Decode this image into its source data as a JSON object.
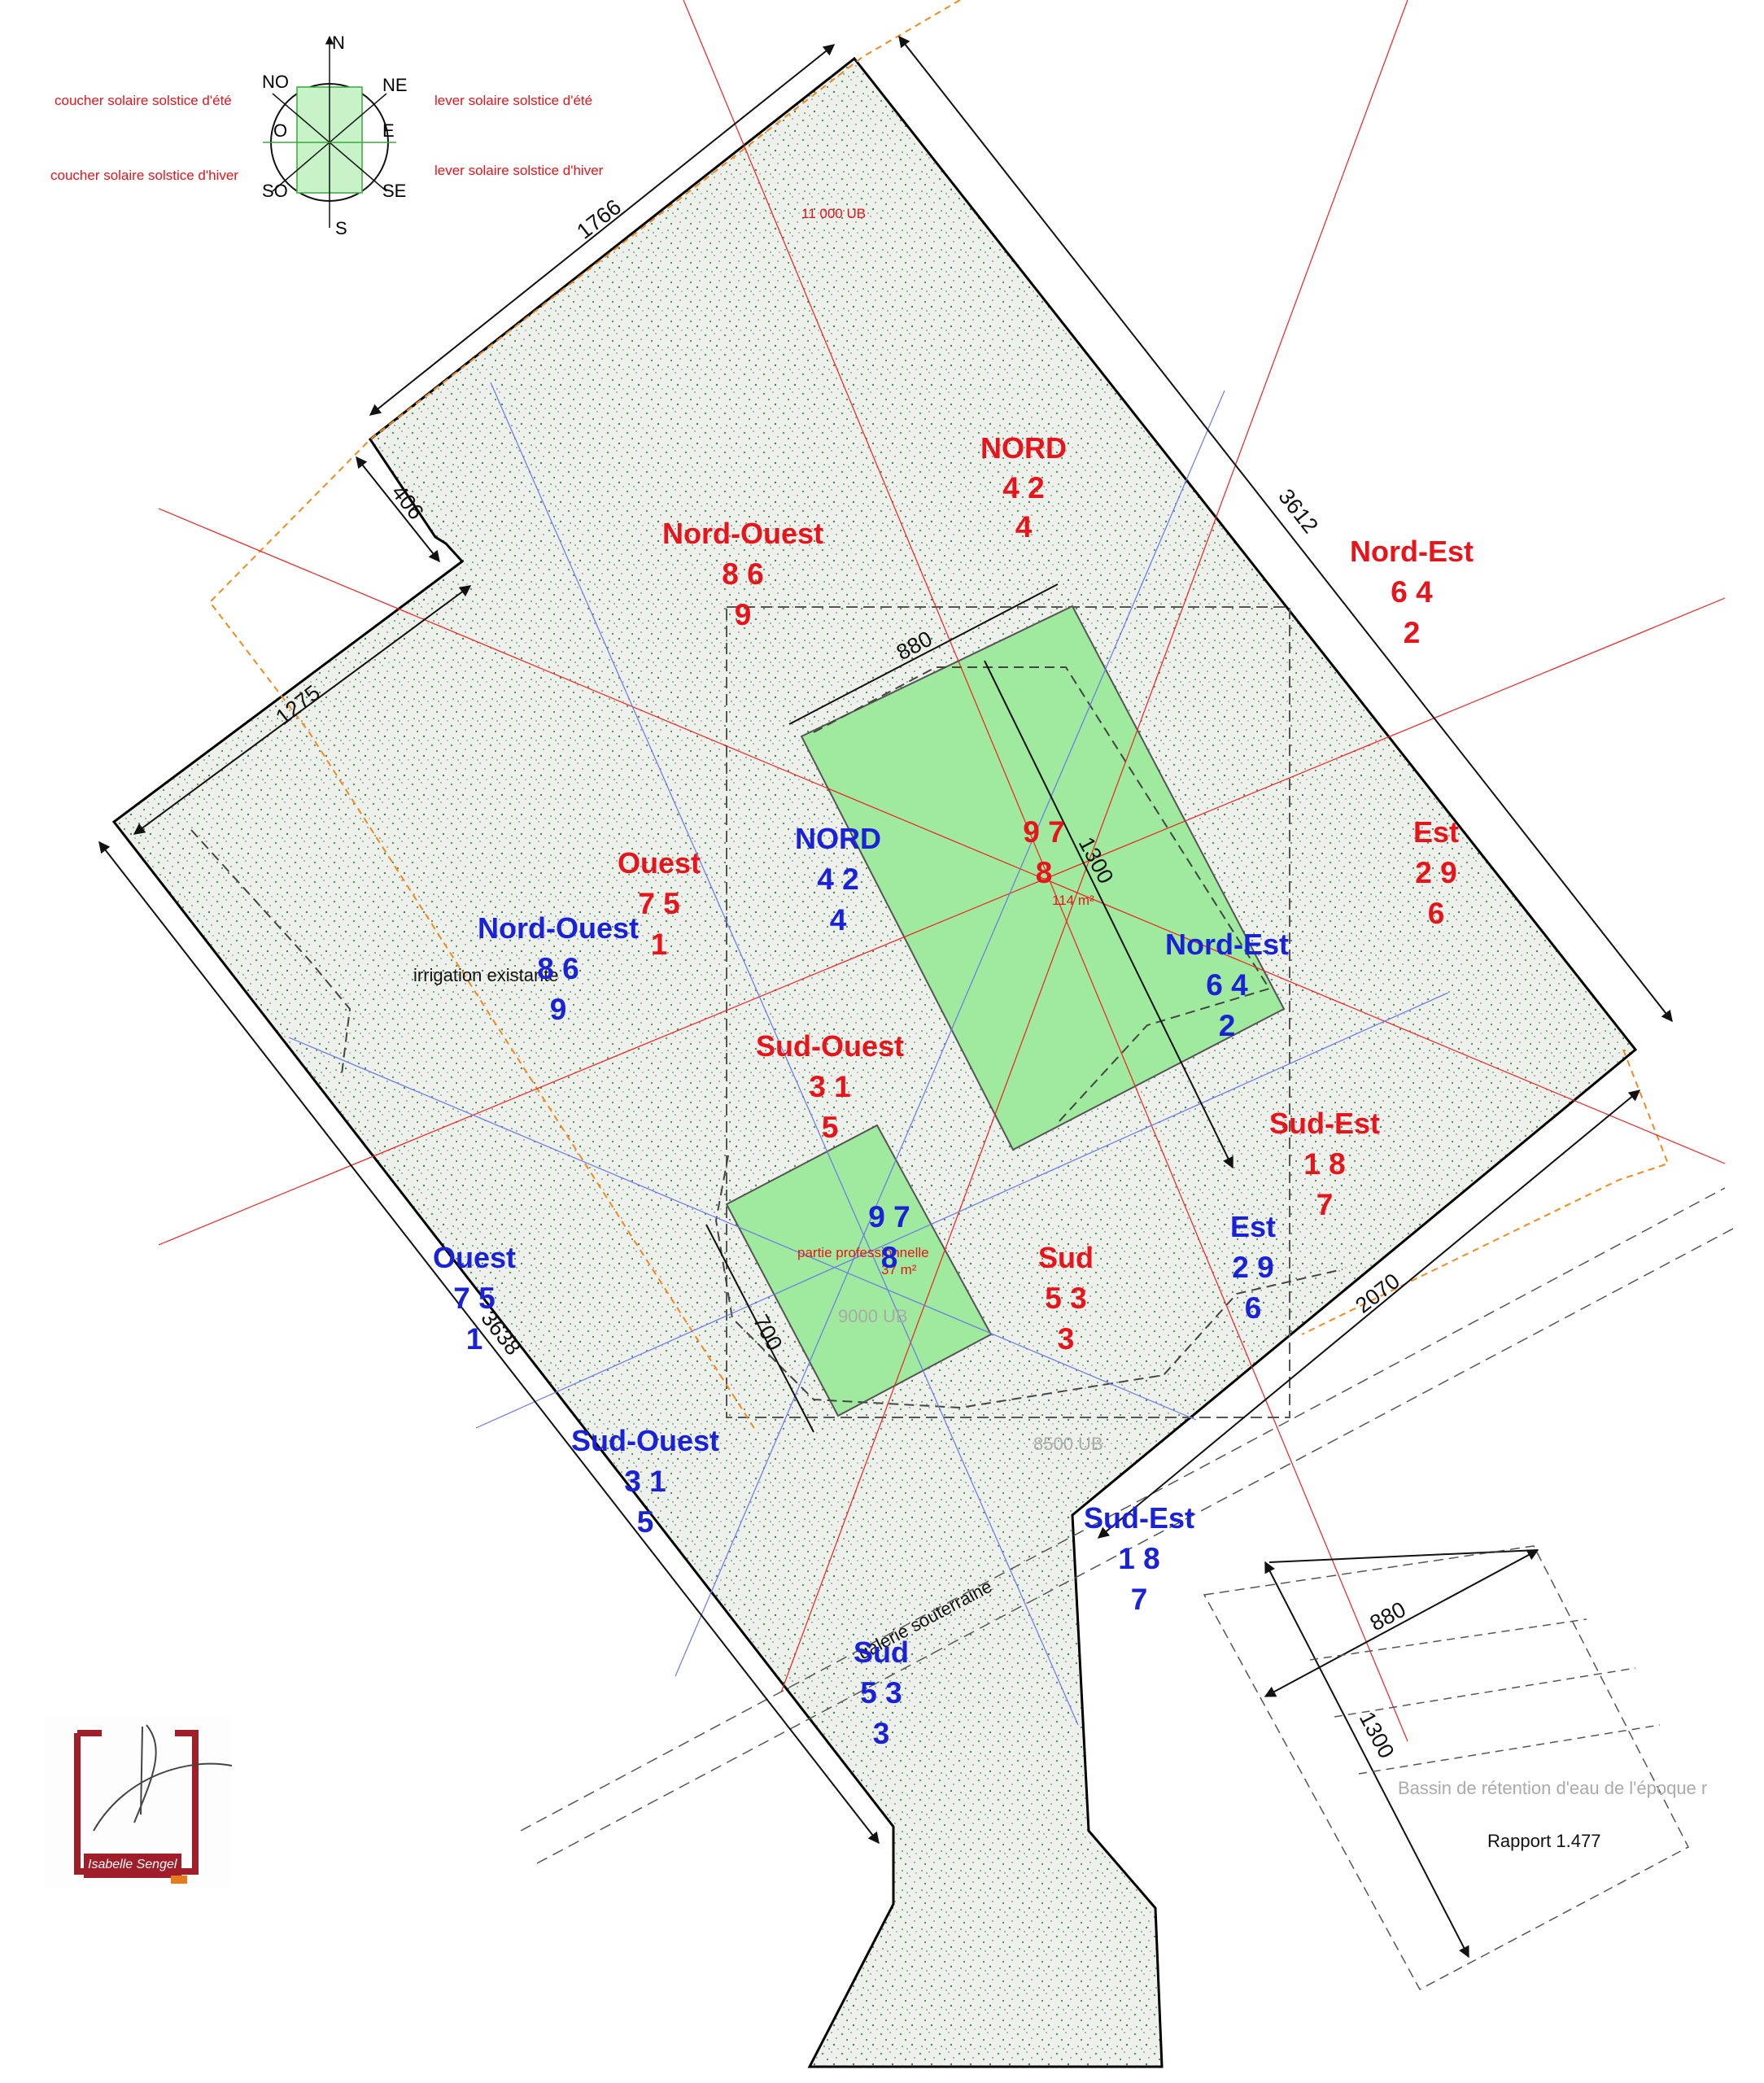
{
  "compass": {
    "n": "N",
    "no": "NO",
    "ne": "NE",
    "o": "O",
    "e": "E",
    "so": "SO",
    "se": "SE",
    "s": "S"
  },
  "solar": {
    "summer_sunset": "coucher solaire solstice d'été",
    "summer_sunrise": "lever solaire solstice d'été",
    "winter_sunset": "coucher solaire solstice d'hiver",
    "winter_sunrise": "lever solaire solstice d'hiver"
  },
  "dims": {
    "d1766": "1766",
    "d3612": "3612",
    "d406": "406",
    "d1275": "1275",
    "d3638": "3638",
    "d2070": "2070",
    "d880": "880",
    "d1300": "1300",
    "d700": "700",
    "d880b": "880",
    "d1300b": "1300"
  },
  "notes": {
    "ub_11000": "11 000 UB",
    "area_main": "114 m²",
    "pro_part": "partie professionnelle",
    "pro_area": "37 m²",
    "ub_9000": "9000 UB",
    "ub_8500": "8500 UB",
    "irrigation": "irrigation existante",
    "gallery": "galerie souterraine",
    "basin": "Bassin de rétention d'eau de l'époque r",
    "ratio": "Rapport 1.477"
  },
  "red": {
    "nord": {
      "label": "NORD",
      "l1": "4 2",
      "l2": "4"
    },
    "no": {
      "label": "Nord-Ouest",
      "l1": "8 6",
      "l2": "9"
    },
    "ne": {
      "label": "Nord-Est",
      "l1": "6 4",
      "l2": "2"
    },
    "o": {
      "label": "Ouest",
      "l1": "7 5",
      "l2": "1"
    },
    "center": {
      "l1": "9 7",
      "l2": "8"
    },
    "e": {
      "label": "Est",
      "l1": "2 9",
      "l2": "6"
    },
    "so": {
      "label": "Sud-Ouest",
      "l1": "3 1",
      "l2": "5"
    },
    "se": {
      "label": "Sud-Est",
      "l1": "1 8",
      "l2": "7"
    },
    "s": {
      "label": "Sud",
      "l1": "5 3",
      "l2": "3"
    }
  },
  "blue": {
    "nord": {
      "label": "NORD",
      "l1": "4 2",
      "l2": "4"
    },
    "no": {
      "label": "Nord-Ouest",
      "l1": "8 6",
      "l2": "9"
    },
    "ne": {
      "label": "Nord-Est",
      "l1": "6 4",
      "l2": "2"
    },
    "center": {
      "l1": "9 7",
      "l2": "8"
    },
    "e": {
      "label": "Est",
      "l1": "2 9",
      "l2": "6"
    },
    "o": {
      "label": "Ouest",
      "l1": "7 5",
      "l2": "1"
    },
    "so": {
      "label": "Sud-Ouest",
      "l1": "3 1",
      "l2": "5"
    },
    "se": {
      "label": "Sud-Est",
      "l1": "1 8",
      "l2": "7"
    },
    "s": {
      "label": "Sud",
      "l1": "5 3",
      "l2": "3"
    }
  },
  "logo": {
    "text": "Isabelle Sengel"
  },
  "colors": {
    "red_text": "#e8141b",
    "blue_text": "#1a22d8",
    "house_fill": "#9fea9f",
    "logo_red": "#a01e2a"
  }
}
